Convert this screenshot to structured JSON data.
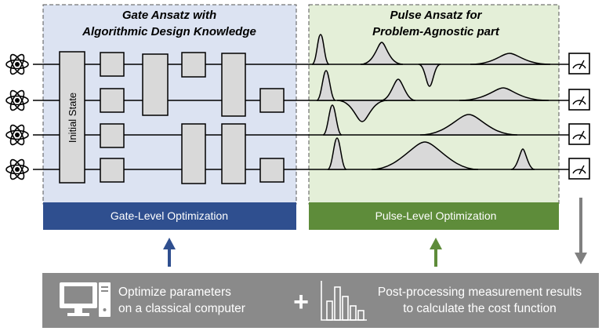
{
  "gate_section": {
    "title_line1": "Gate Ansatz with",
    "title_line2": "Algorithmic Design Knowledge",
    "initial_state_label": "Initial State",
    "optimization_label": "Gate-Level Optimization"
  },
  "pulse_section": {
    "title_line1": "Pulse Ansatz for",
    "title_line2": "Problem-Agnostic part",
    "optimization_label": "Pulse-Level Optimization"
  },
  "bottom_bar": {
    "left_line1": "Optimize parameters",
    "left_line2": "on a classical computer",
    "plus_symbol": "+",
    "right_line1": "Post-processing measurement results",
    "right_line2": "to calculate the cost function"
  },
  "icons": {
    "qubit": "atom-icon",
    "measure": "meter-icon",
    "computer": "computer-icon",
    "chart": "bar-chart-icon"
  },
  "colors": {
    "gate_panel_bg": "#dce3f2",
    "pulse_panel_bg": "#e4efd8",
    "gate_band": "#2f4f8f",
    "pulse_band": "#5e8c3a",
    "bottom_bar": "#8a8a8a",
    "gate_fill": "#d9d9d9"
  }
}
